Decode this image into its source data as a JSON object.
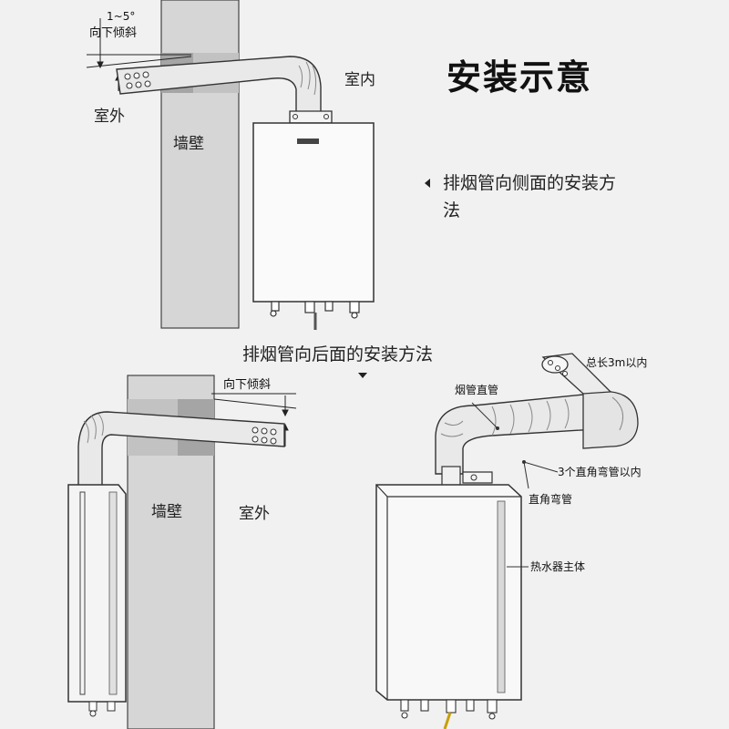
{
  "title": "安装示意",
  "top": {
    "angle": "1~5°",
    "slope": "向下倾斜",
    "indoor": "室内",
    "outdoor": "室外",
    "wall": "墙壁",
    "side_note": "排烟管向侧面的安装方法"
  },
  "divider_caption": "排烟管向后面的安装方法",
  "bottom_left": {
    "slope": "向下倾斜",
    "wall": "墙壁",
    "outdoor": "室外"
  },
  "bottom_right": {
    "total_length": "总长3m以内",
    "straight_pipe": "烟管直管",
    "elbows_limit": "3个直角弯管以内",
    "elbow": "直角弯管",
    "heater_body": "热水器主体"
  },
  "colors": {
    "wall_fill": "#d6d6d6",
    "wall_band": "#a5a5a5",
    "pipe": "#e9e9e9",
    "outline": "#333333",
    "background": "#f1f1f1"
  }
}
